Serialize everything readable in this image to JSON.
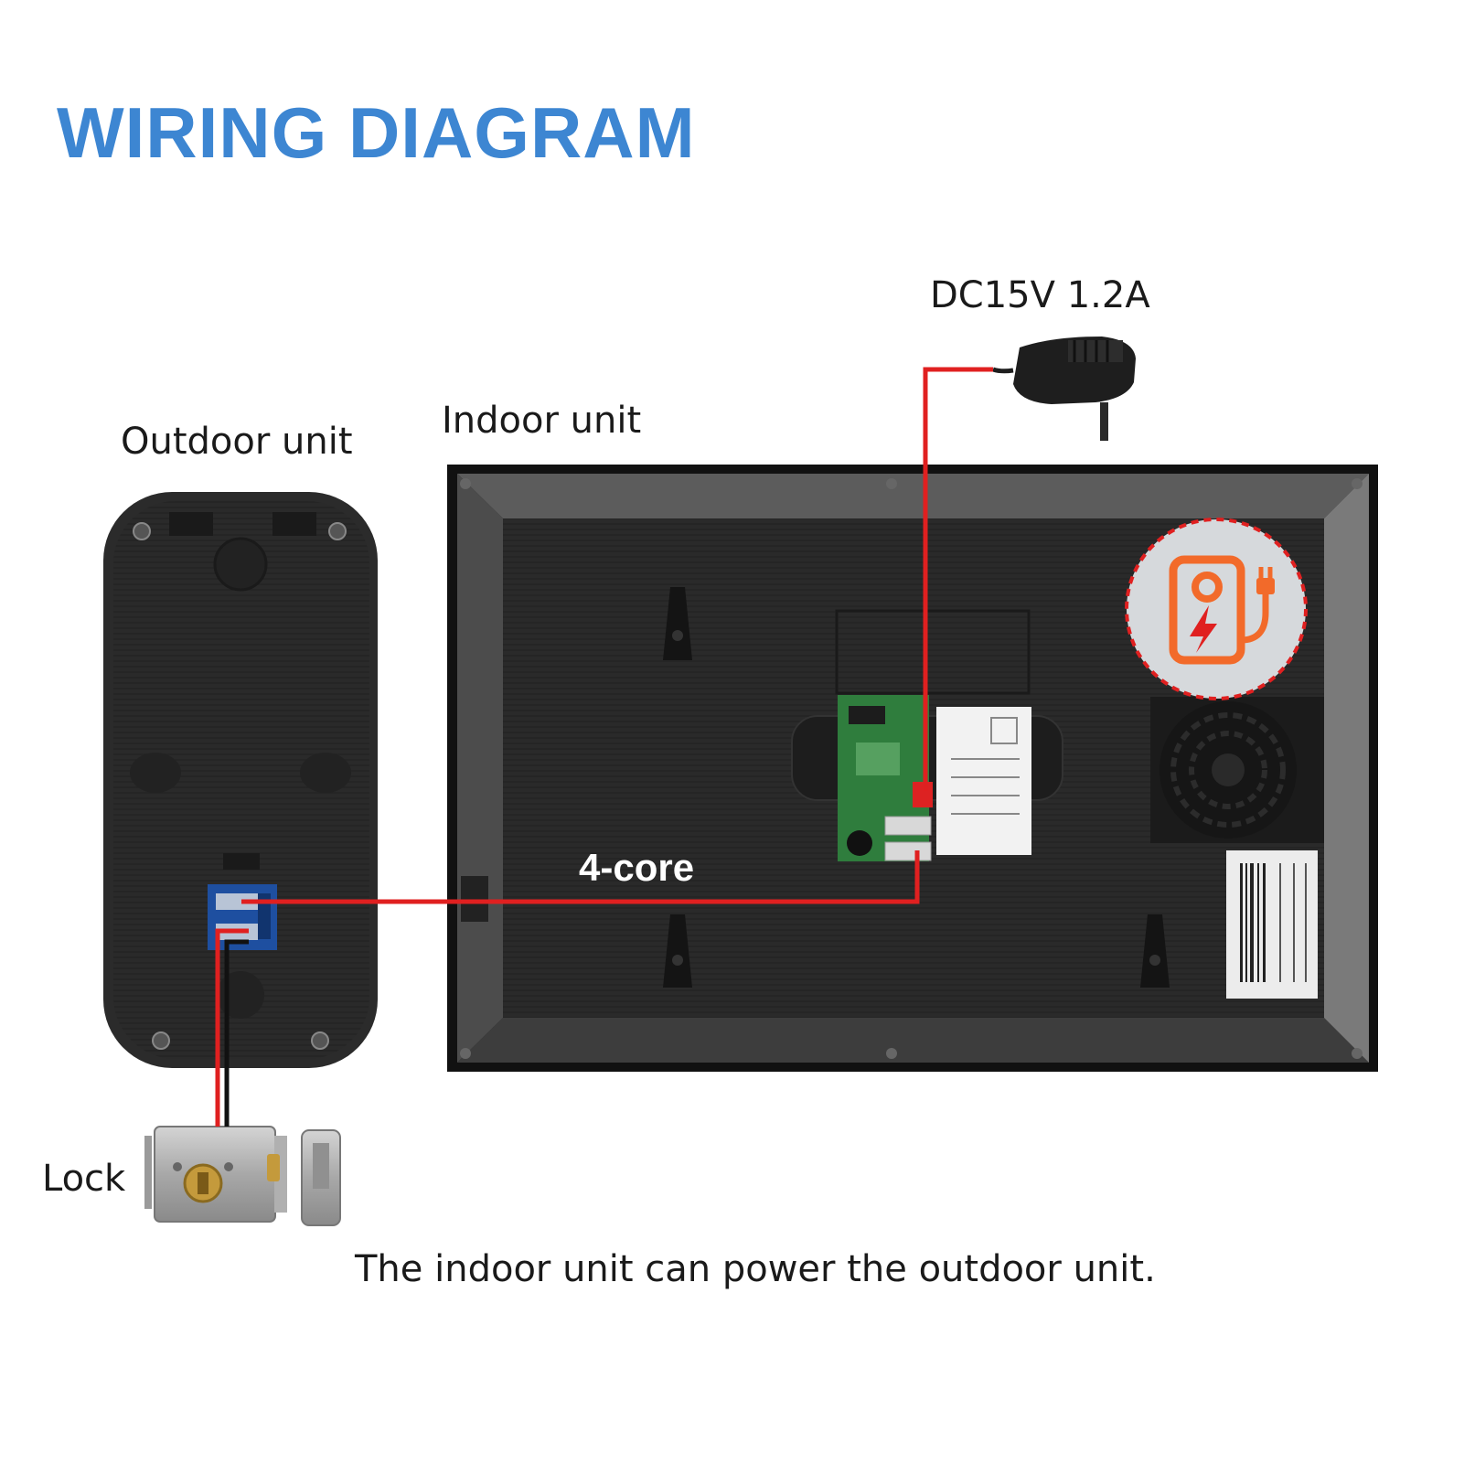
{
  "title": "WIRING DIAGRAM",
  "labels": {
    "outdoor_unit": "Outdoor unit",
    "indoor_unit": "Indoor unit",
    "power_supply": "DC15V 1.2A",
    "cable": "4-core",
    "lock": "Lock"
  },
  "caption": "The indoor unit can power the outdoor unit.",
  "colors": {
    "title": "#3d86d2",
    "wire": "#e02020",
    "unit_body": "#262626",
    "power_badge_accent": "#f26a2a"
  },
  "icons": {
    "power_badge": "power-adapter-icon"
  }
}
